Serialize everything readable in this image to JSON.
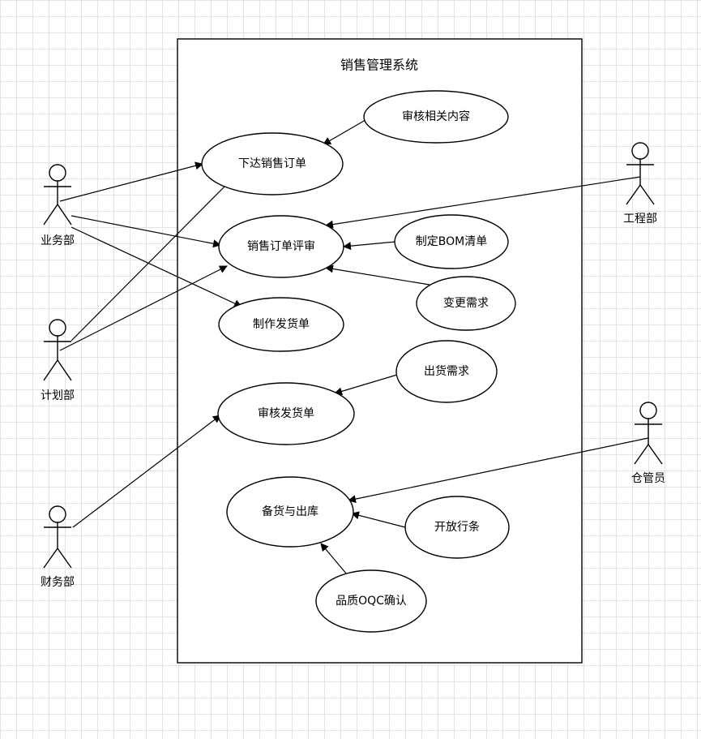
{
  "system": {
    "title": "销售管理系统"
  },
  "actors": {
    "sales_dept": "业务部",
    "planning_dept": "计划部",
    "finance_dept": "财务部",
    "engineering_dept": "工程部",
    "warehouse_keeper": "仓管员"
  },
  "use_cases": {
    "review_related_content": "审核相关内容",
    "issue_sales_order": "下达销售订单",
    "sales_order_review": "销售订单评审",
    "make_bom_list": "制定BOM清单",
    "change_requirement": "变更需求",
    "make_delivery_note": "制作发货单",
    "shipping_requirement": "出货需求",
    "review_delivery_note": "审核发货单",
    "stock_prep_outbound": "备货与出库",
    "release_pass": "开放行条",
    "quality_oqc_confirm": "品质OQC确认"
  }
}
